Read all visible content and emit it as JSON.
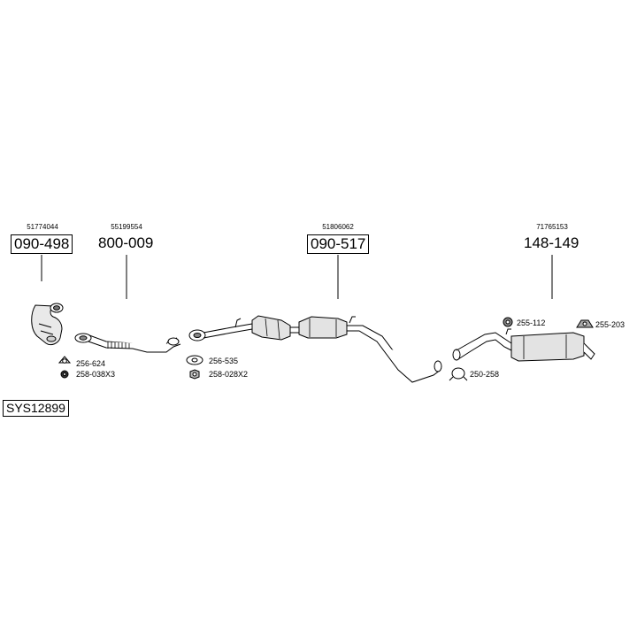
{
  "parts": [
    {
      "oem": "51774044",
      "number": "090-498",
      "boxed": true
    },
    {
      "oem": "55199554",
      "number": "800-009",
      "boxed": false
    },
    {
      "oem": "51806062",
      "number": "090-517",
      "boxed": true
    },
    {
      "oem": "71765153",
      "number": "148-149",
      "boxed": false
    }
  ],
  "accessories": {
    "gasket_1": "256-624",
    "nut_1": "258-038X3",
    "gasket_2": "256-535",
    "nut_2": "258-028X2",
    "clamp": "250-258",
    "rubber_1": "255-112",
    "rubber_2": "255-203"
  },
  "system_code": "SYS12899"
}
